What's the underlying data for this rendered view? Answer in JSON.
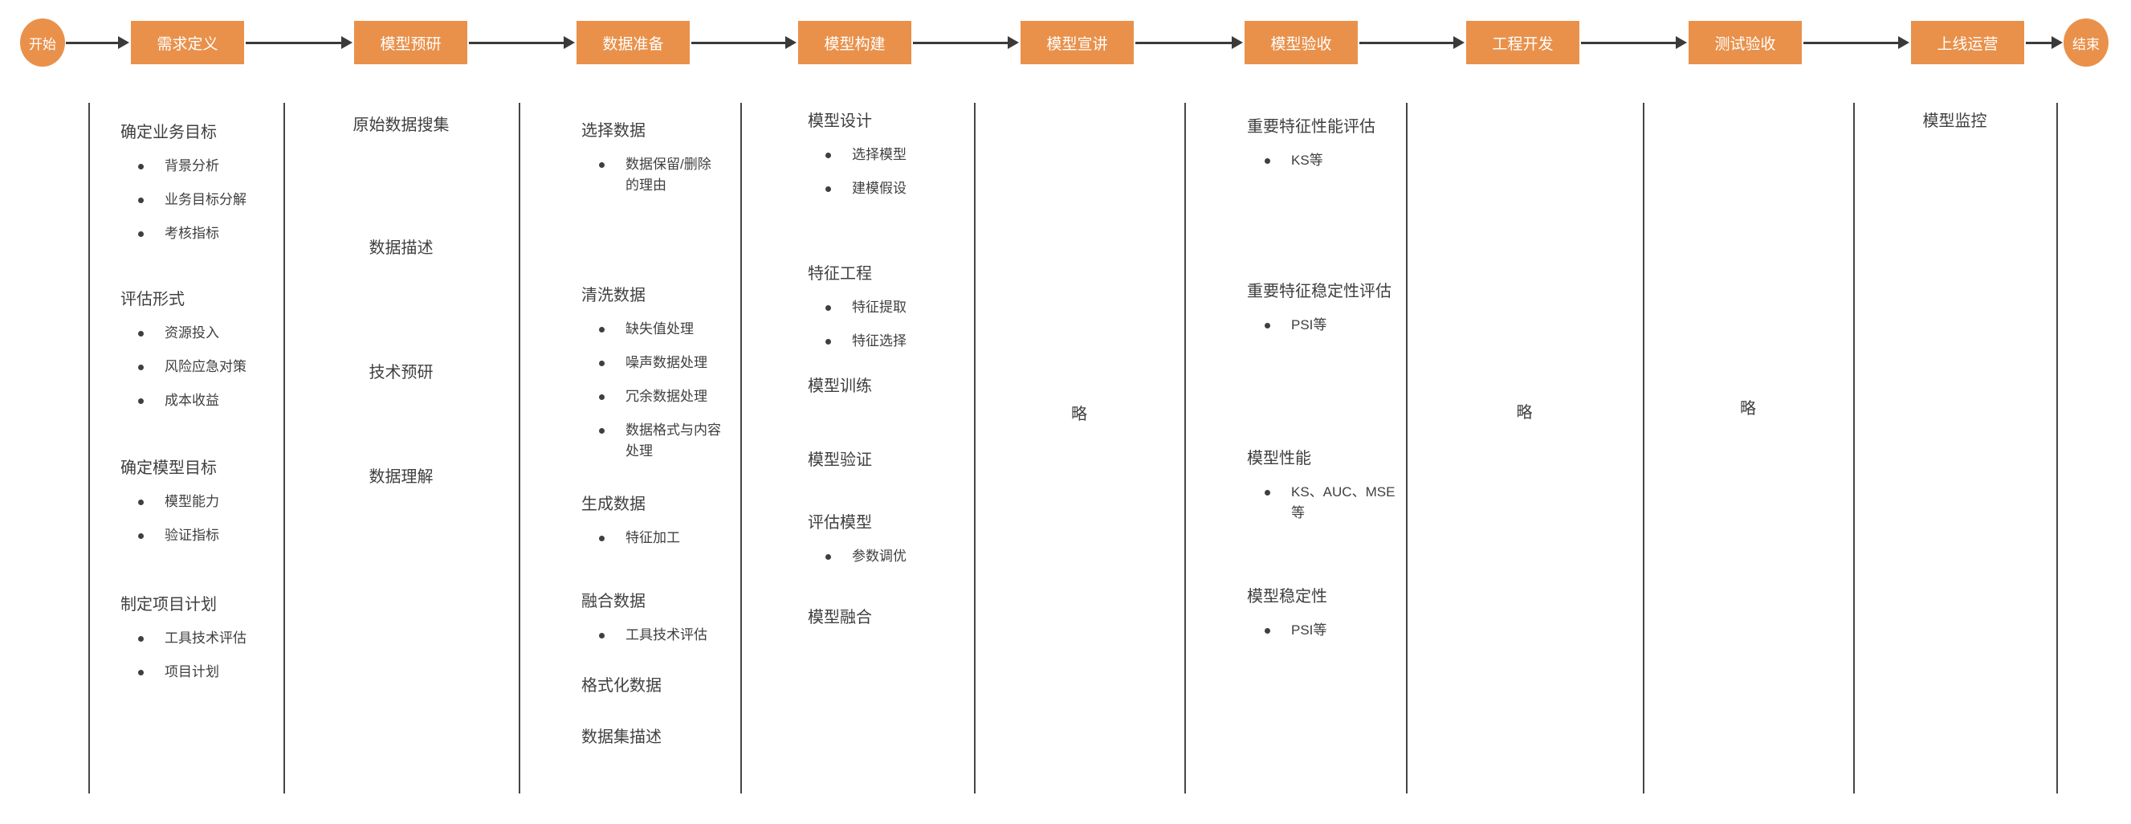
{
  "palette": {
    "accent": "#E9914B",
    "line_color": "#3A3A3A",
    "text_color": "#3F3F3F",
    "background": "#FFFFFF"
  },
  "flow": {
    "start_label": "开始",
    "end_label": "结束",
    "stages": [
      {
        "label": "需求定义"
      },
      {
        "label": "模型预研"
      },
      {
        "label": "数据准备"
      },
      {
        "label": "模型构建"
      },
      {
        "label": "模型宣讲"
      },
      {
        "label": "模型验收"
      },
      {
        "label": "工程开发"
      },
      {
        "label": "测试验收"
      },
      {
        "label": "上线运营"
      }
    ]
  },
  "columns": [
    {
      "stage": "需求定义",
      "blocks": [
        {
          "title": "确定业务目标",
          "bullets": [
            "背景分析",
            "业务目标分解",
            "考核指标"
          ]
        },
        {
          "title": "评估形式",
          "bullets": [
            "资源投入",
            "风险应急对策",
            "成本收益"
          ]
        },
        {
          "title": "确定模型目标",
          "bullets": [
            "模型能力",
            "验证指标"
          ]
        },
        {
          "title": "制定项目计划",
          "bullets": [
            "工具技术评估",
            "项目计划"
          ]
        }
      ]
    },
    {
      "stage": "模型预研",
      "blocks": [
        {
          "title": "原始数据搜集",
          "bullets": []
        },
        {
          "title": "数据描述",
          "bullets": []
        },
        {
          "title": "技术预研",
          "bullets": []
        },
        {
          "title": "数据理解",
          "bullets": []
        }
      ]
    },
    {
      "stage": "数据准备",
      "blocks": [
        {
          "title": "选择数据",
          "bullets": [
            "数据保留/删除的理由"
          ]
        },
        {
          "title": "清洗数据",
          "bullets": [
            "缺失值处理",
            "噪声数据处理",
            "冗余数据处理",
            "数据格式与内容处理"
          ]
        },
        {
          "title": "生成数据",
          "bullets": [
            "特征加工"
          ]
        },
        {
          "title": "融合数据",
          "bullets": [
            "工具技术评估"
          ]
        },
        {
          "title": "格式化数据",
          "bullets": []
        },
        {
          "title": "数据集描述",
          "bullets": []
        }
      ]
    },
    {
      "stage": "模型构建",
      "blocks": [
        {
          "title": "模型设计",
          "bullets": [
            "选择模型",
            "建模假设"
          ]
        },
        {
          "title": "特征工程",
          "bullets": [
            "特征提取",
            "特征选择"
          ]
        },
        {
          "title": "模型训练",
          "bullets": []
        },
        {
          "title": "模型验证",
          "bullets": []
        },
        {
          "title": "评估模型",
          "bullets": [
            "参数调优"
          ]
        },
        {
          "title": "模型融合",
          "bullets": []
        }
      ]
    },
    {
      "stage": "模型宣讲",
      "note": "略"
    },
    {
      "stage": "模型验收",
      "blocks": [
        {
          "title": "重要特征性能评估",
          "bullets": [
            "KS等"
          ]
        },
        {
          "title": "重要特征稳定性评估",
          "bullets": [
            "PSI等"
          ]
        },
        {
          "title": "模型性能",
          "bullets": [
            "KS、AUC、MSE 等"
          ]
        },
        {
          "title": "模型稳定性",
          "bullets": [
            "PSI等"
          ]
        }
      ]
    },
    {
      "stage": "工程开发",
      "note": "略"
    },
    {
      "stage": "测试验收",
      "note": "略"
    },
    {
      "stage": "上线运营",
      "blocks": [
        {
          "title": "模型监控",
          "bullets": []
        }
      ]
    }
  ]
}
